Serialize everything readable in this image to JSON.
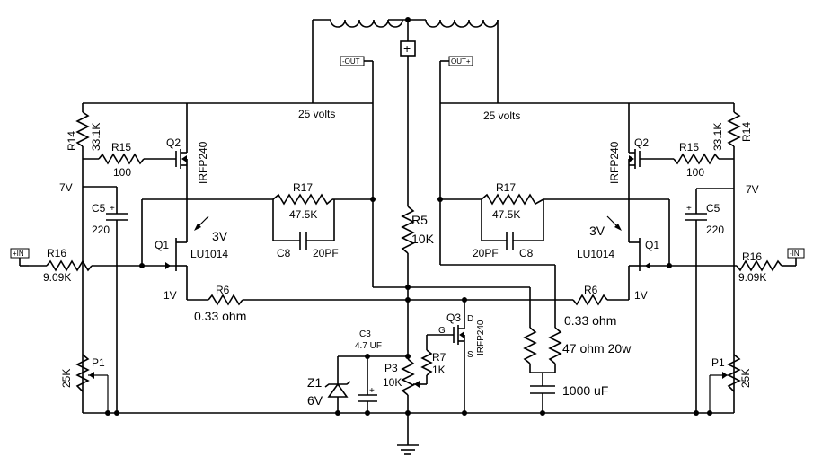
{
  "labels": {
    "out_minus": "-OUT",
    "out_plus": "OUT+",
    "in_plus": "+IN",
    "in_minus": "-IN",
    "plus": "+",
    "v25_left": "25 volts",
    "v25_right": "25 volts",
    "r14_l": "R14",
    "r14_val_l": "33.1K",
    "r14_r": "R14",
    "r14_val_r": "33.1K",
    "r15_l": "R15",
    "r15_val_l": "100",
    "r15_r": "R15",
    "r15_val_r": "100",
    "q2_l": "Q2",
    "q2_part_l": "IRFP240",
    "q2_r": "Q2",
    "q2_part_r": "IRFP240",
    "v7_l": "7V",
    "v7_r": "7V",
    "c5_l": "C5",
    "c5_val_l": "220",
    "c5_r": "C5",
    "c5_val_r": "220",
    "r17_l": "R17",
    "r17_val_l": "47.5K",
    "r17_r": "R17",
    "r17_val_r": "47.5K",
    "c8_l": "C8",
    "c8_val_l": "20PF",
    "c8_r": "C8",
    "c8_val_r": "20PF",
    "v3_l": "3V",
    "v3_r": "3V",
    "q1_l": "Q1",
    "q1_part_l": "LU1014",
    "q1_r": "Q1",
    "q1_part_r": "LU1014",
    "r16_l": "R16",
    "r16_val_l": "9.09K",
    "r16_r": "R16",
    "r16_val_r": "9.09K",
    "v1_l": "1V",
    "v1_r": "1V",
    "r6_l": "R6",
    "r6_val_l": "0.33 ohm",
    "r6_r": "R6",
    "r6_val_r": "0.33 ohm",
    "p1_l": "P1",
    "p1_val_l": "25K",
    "p1_r": "P1",
    "p1_val_r": "25K",
    "r5": "R5",
    "r5_val": "10K",
    "c3": "C3",
    "c3_val": "4.7 UF",
    "q3": "Q3",
    "q3_part": "IRFP240",
    "q3_g": "G",
    "q3_d": "D",
    "q3_s": "S",
    "r7": "R7",
    "r7_val": "1K",
    "p3": "P3",
    "p3_val": "10K",
    "z1": "Z1",
    "z1_val": "6V",
    "load_r": "47 ohm 20w",
    "load_c": "1000 uF"
  }
}
